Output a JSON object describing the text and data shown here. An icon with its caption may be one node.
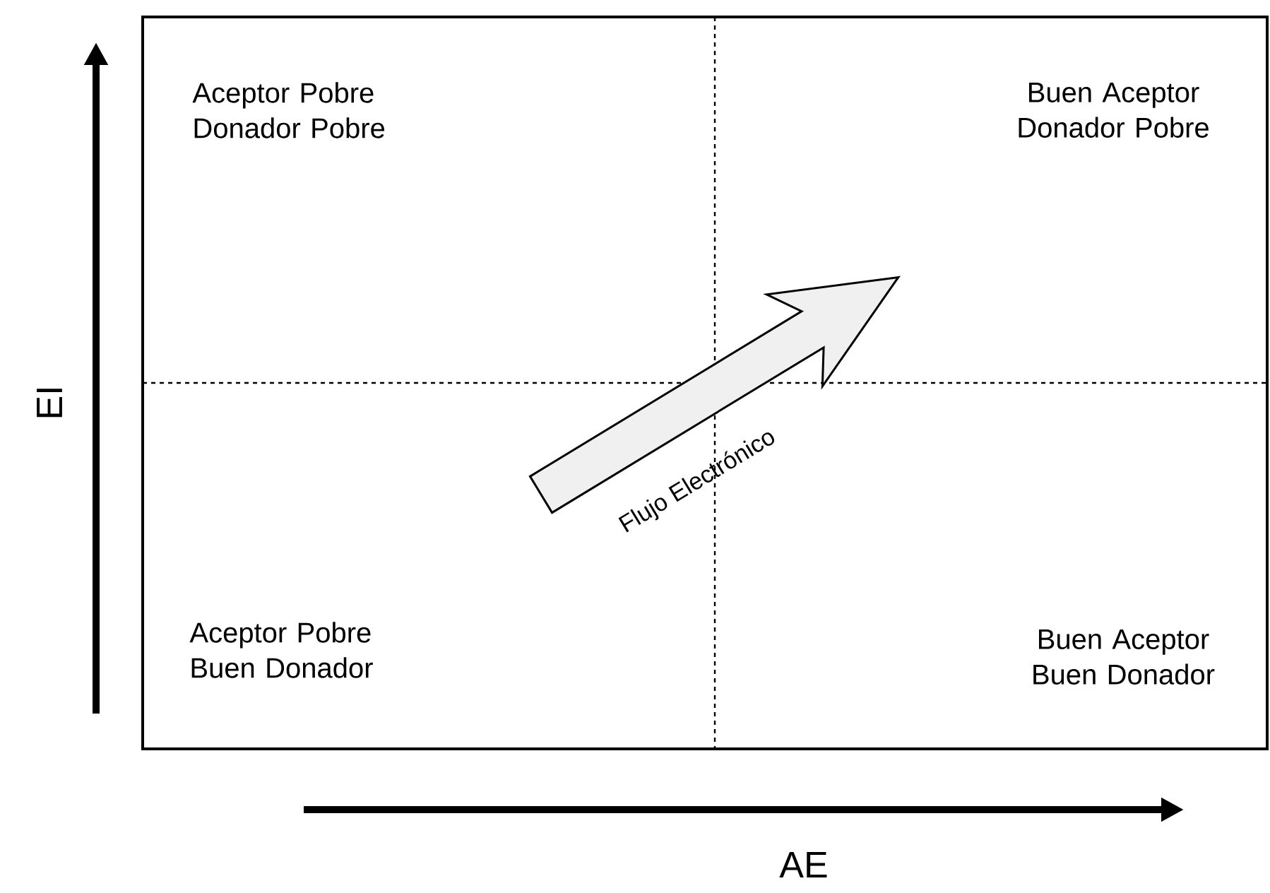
{
  "diagram": {
    "labels": [
      "Aceptor Pobre Donador Pobre",
      "Buen Aceptor Donador Pobre",
      "EI",
      "Flujo Electrónico",
      "Aceptor Pobre Buen Donador",
      "Buen Aceptor Buen Donador",
      "AE"
    ]
  }
}
